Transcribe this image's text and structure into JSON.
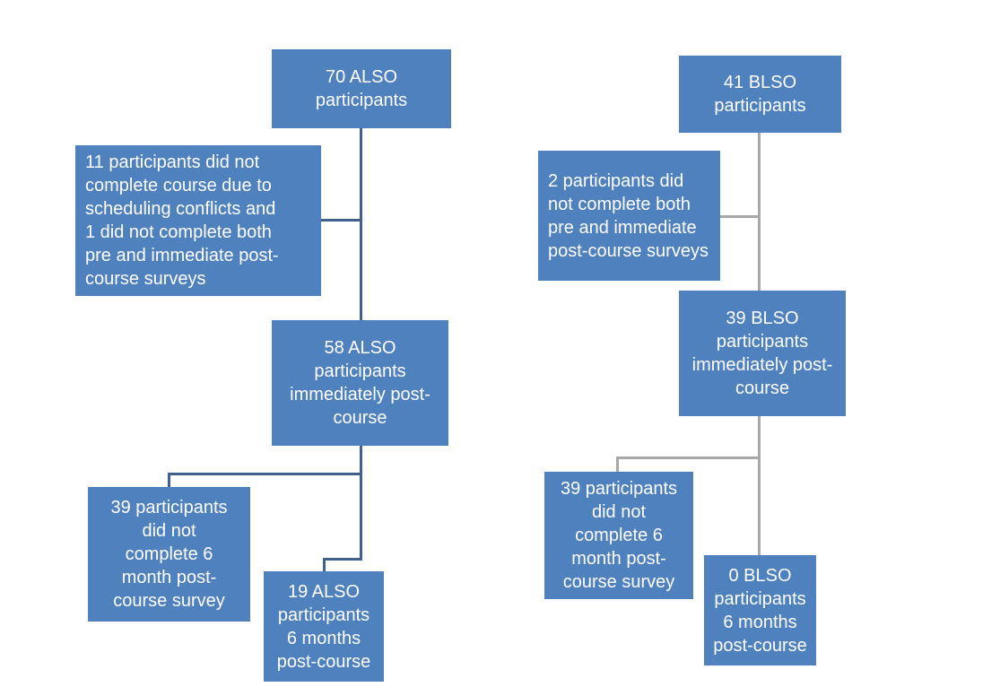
{
  "diagram": {
    "colors": {
      "box_fill": "#4E81BD",
      "box_text": "#FFFFFF",
      "also_connector": "#3F618C",
      "blso_connector": "#A8A8A8",
      "background": "#FFFFFF"
    },
    "also_flow": {
      "top": "70 ALSO\nparticipants",
      "dropout1": "11 participants did not\ncomplete course due to\nscheduling conflicts and\n1 did not complete both\npre and immediate post-\ncourse surveys",
      "mid": "58 ALSO\nparticipants\nimmediately post-\ncourse",
      "dropout2": "39 participants\ndid not\ncomplete 6\nmonth post-\ncourse survey",
      "bottom": "19 ALSO\nparticipants\n6 months\npost-course"
    },
    "blso_flow": {
      "top": "41 BLSO\nparticipants",
      "dropout1": "2 participants did\nnot complete both\npre and immediate\npost-course surveys",
      "mid": "39 BLSO\nparticipants\nimmediately post-\ncourse",
      "dropout2": "39 participants\ndid not\ncomplete 6\nmonth post-\ncourse survey",
      "bottom": "0 BLSO\nparticipants\n6 months\npost-course"
    }
  }
}
